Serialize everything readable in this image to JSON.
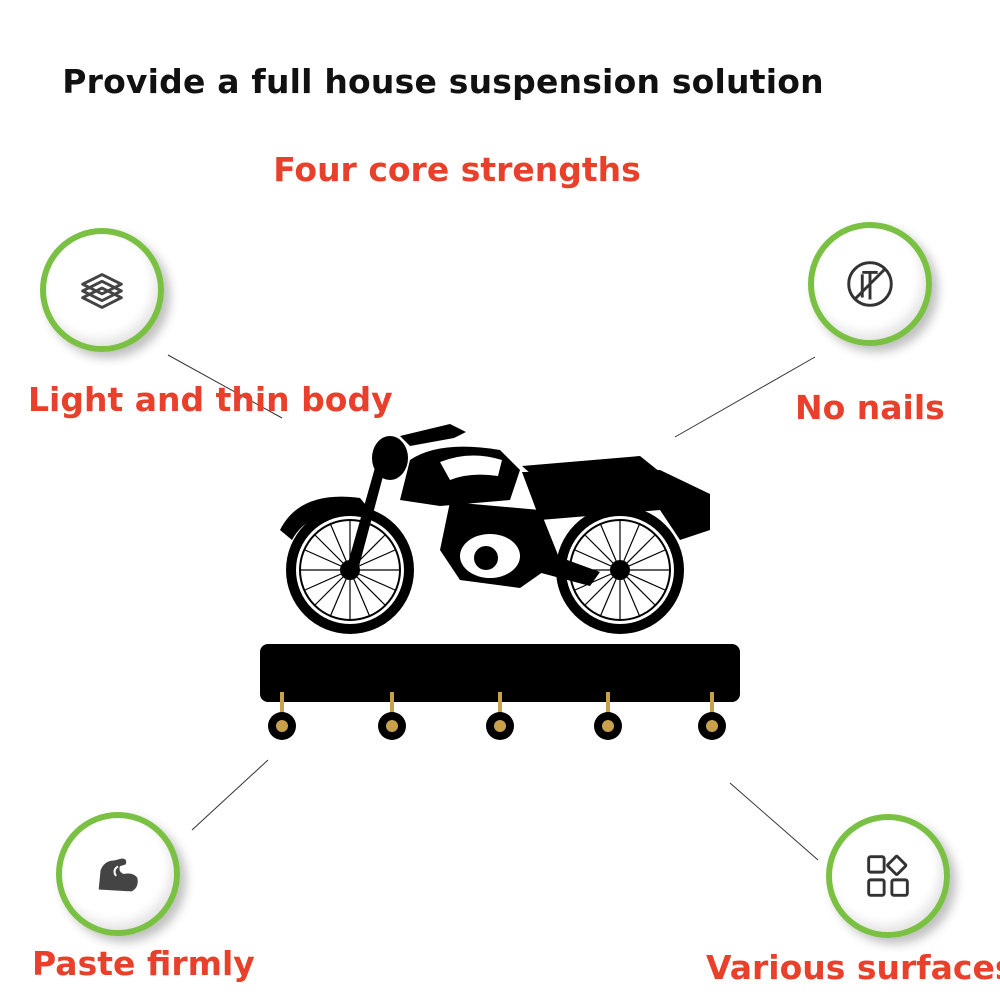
{
  "headline": "Provide a full house suspension solution",
  "subheadline": "Four core strengths",
  "features": {
    "light": {
      "label": "Light and thin body",
      "icon": "layers-icon"
    },
    "nails": {
      "label": "No nails",
      "icon": "no-nail-icon"
    },
    "paste": {
      "label": "Paste firmly",
      "icon": "strong-arm-icon"
    },
    "surfaces": {
      "label": "Various surfaces",
      "icon": "grid-shapes-icon"
    }
  },
  "product": {
    "icon": "motorcycle-icon",
    "hooks": 5
  },
  "colors": {
    "accent_red": "#e8402a",
    "ring_green": "#7ac143",
    "text_dark": "#111111",
    "brass": "#c9a14a"
  }
}
